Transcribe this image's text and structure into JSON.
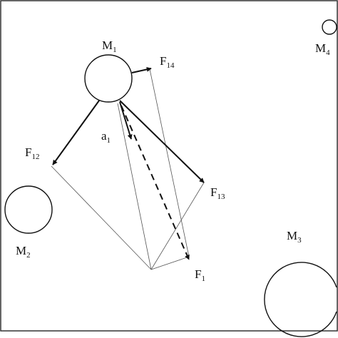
{
  "masses": {
    "m1": {
      "base": "M",
      "sub": "1"
    },
    "m2": {
      "base": "M",
      "sub": "2"
    },
    "m3": {
      "base": "M",
      "sub": "3"
    },
    "m4": {
      "base": "M",
      "sub": "4"
    }
  },
  "forces": {
    "f12": {
      "base": "F",
      "sub": "12"
    },
    "f13": {
      "base": "F",
      "sub": "13"
    },
    "f14": {
      "base": "F",
      "sub": "14"
    },
    "f1": {
      "base": "F",
      "sub": "1"
    }
  },
  "acceleration": {
    "base": "a",
    "sub": "1"
  },
  "colors": {
    "stroke": "#111111",
    "background": "#ffffff"
  }
}
